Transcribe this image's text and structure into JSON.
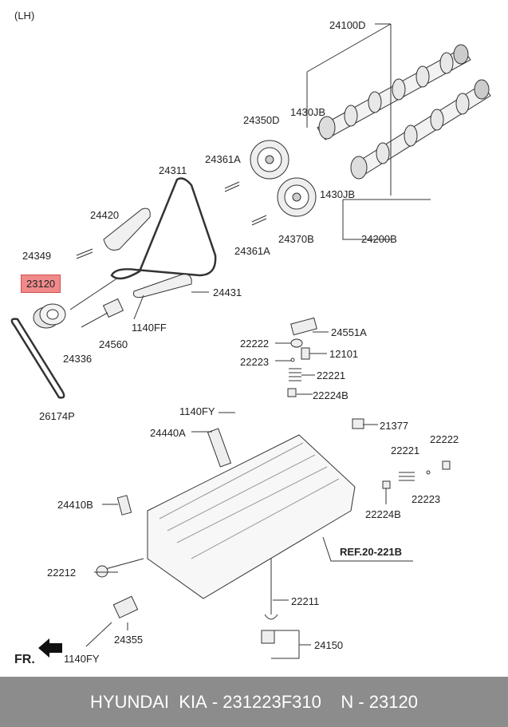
{
  "corner_label": "(LH)",
  "ref_label": "REF.20-221B",
  "front_label": "FR.",
  "footer": {
    "brand": "HYUNDAI  KIA",
    "separator": " - ",
    "part_number": "231223F310",
    "spacer": "    ",
    "n_prefix": "N - ",
    "n_number": "23120"
  },
  "callouts": [
    {
      "id": "24100D",
      "text": "24100D",
      "highlight": false
    },
    {
      "id": "1430JB-a",
      "text": "1430JB",
      "highlight": false
    },
    {
      "id": "24350D",
      "text": "24350D",
      "highlight": false
    },
    {
      "id": "24361A-a",
      "text": "24361A",
      "highlight": false
    },
    {
      "id": "24311",
      "text": "24311",
      "highlight": false
    },
    {
      "id": "1430JB-b",
      "text": "1430JB",
      "highlight": false
    },
    {
      "id": "24420",
      "text": "24420",
      "highlight": false
    },
    {
      "id": "24370B",
      "text": "24370B",
      "highlight": false
    },
    {
      "id": "24200B",
      "text": "24200B",
      "highlight": false
    },
    {
      "id": "24361A-b",
      "text": "24361A",
      "highlight": false
    },
    {
      "id": "24349",
      "text": "24349",
      "highlight": false
    },
    {
      "id": "23120",
      "text": "23120",
      "highlight": true
    },
    {
      "id": "24431",
      "text": "24431",
      "highlight": false
    },
    {
      "id": "1140FF",
      "text": "1140FF",
      "highlight": false
    },
    {
      "id": "24560",
      "text": "24560",
      "highlight": false
    },
    {
      "id": "24336",
      "text": "24336",
      "highlight": false
    },
    {
      "id": "26174P",
      "text": "26174P",
      "highlight": false
    },
    {
      "id": "24551A",
      "text": "24551A",
      "highlight": false
    },
    {
      "id": "22222-a",
      "text": "22222",
      "highlight": false
    },
    {
      "id": "12101",
      "text": "12101",
      "highlight": false
    },
    {
      "id": "22223-a",
      "text": "22223",
      "highlight": false
    },
    {
      "id": "22221-a",
      "text": "22221",
      "highlight": false
    },
    {
      "id": "22224B-a",
      "text": "22224B",
      "highlight": false
    },
    {
      "id": "1140FY-a",
      "text": "1140FY",
      "highlight": false
    },
    {
      "id": "21377",
      "text": "21377",
      "highlight": false
    },
    {
      "id": "24440A",
      "text": "24440A",
      "highlight": false
    },
    {
      "id": "22222-b",
      "text": "22222",
      "highlight": false
    },
    {
      "id": "22221-b",
      "text": "22221",
      "highlight": false
    },
    {
      "id": "22223-b",
      "text": "22223",
      "highlight": false
    },
    {
      "id": "24410B",
      "text": "24410B",
      "highlight": false
    },
    {
      "id": "22224B-b",
      "text": "22224B",
      "highlight": false
    },
    {
      "id": "22212",
      "text": "22212",
      "highlight": false
    },
    {
      "id": "22211",
      "text": "22211",
      "highlight": false
    },
    {
      "id": "24355",
      "text": "24355",
      "highlight": false
    },
    {
      "id": "24150",
      "text": "24150",
      "highlight": false
    },
    {
      "id": "1140FY-b",
      "text": "1140FY",
      "highlight": false
    }
  ],
  "colors": {
    "highlight": "#f08a8a",
    "footer_bg": "#8c8c8c",
    "footer_text": "#ffffff",
    "line": "#333333"
  }
}
